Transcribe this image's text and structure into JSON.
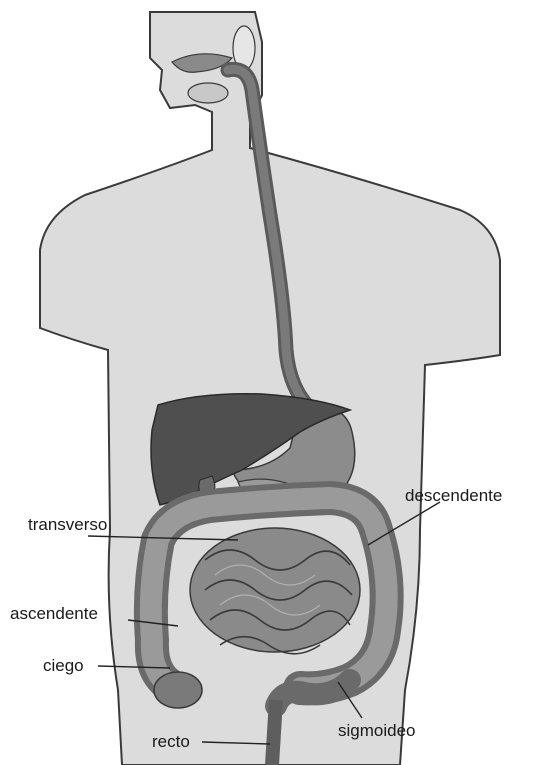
{
  "diagram": {
    "labels": {
      "descendente": "descendente",
      "transverso": "transverso",
      "ascendente": "ascendente",
      "ciego": "ciego",
      "recto": "recto",
      "sigmoideo": "sigmoideo"
    },
    "colors": {
      "body_fill": "#dcdcdc",
      "body_outline": "#3a3a3a",
      "tract": "#6d6d6d",
      "liver": "#4f4f4f",
      "stomach": "#8c8c8c",
      "intestine": "#7a7a7a",
      "leader_line": "#222222"
    }
  }
}
